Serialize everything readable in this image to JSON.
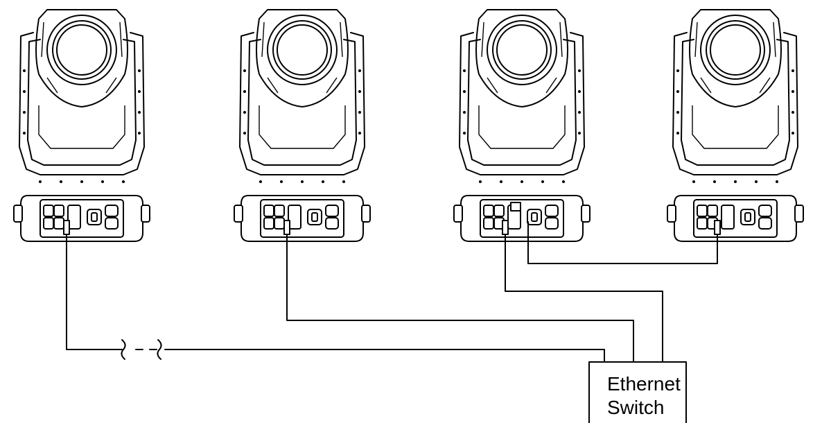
{
  "switch": {
    "label_line1": "Ethernet",
    "label_line2": "Switch"
  },
  "fixtures": [
    {
      "id": "fixture-1"
    },
    {
      "id": "fixture-2"
    },
    {
      "id": "fixture-3"
    },
    {
      "id": "fixture-4"
    }
  ],
  "icons": {
    "fixture": "moving-head-light-icon",
    "cable_break": "cable-break-icon"
  }
}
